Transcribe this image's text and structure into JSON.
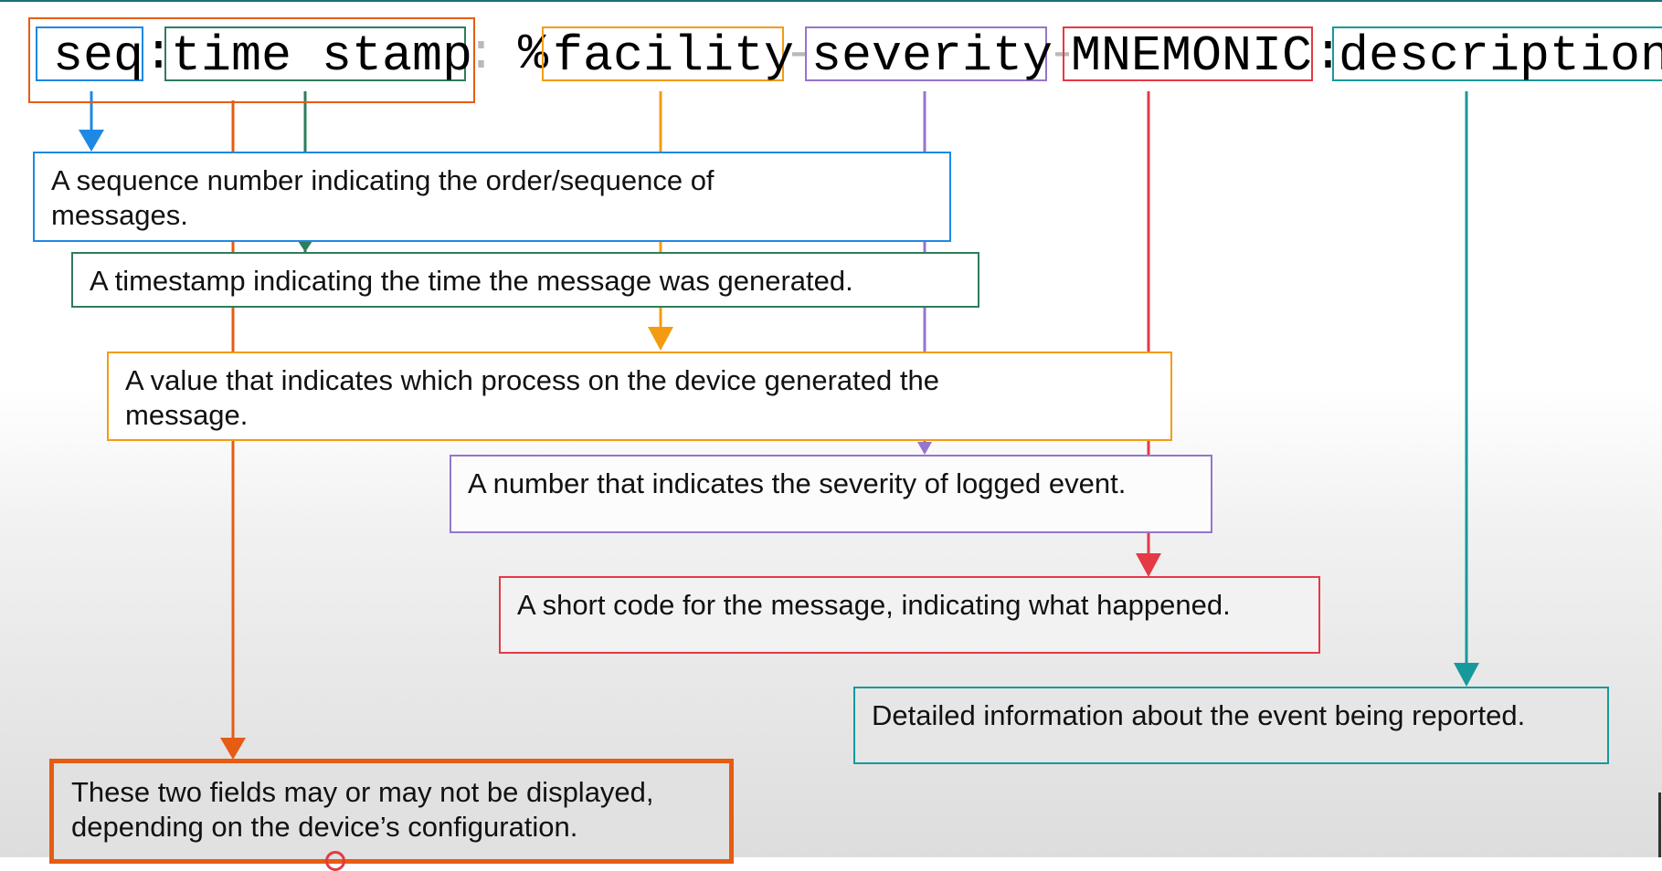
{
  "format_string": {
    "seq": "seq",
    "colon_1": ":",
    "time_stamp": "time stamp",
    "colon_2": ":",
    "percent": "%",
    "facility": "facility",
    "dash_1": "-",
    "severity": "severity",
    "dash_2": "-",
    "mnemonic": "MNEMONIC",
    "colon_3": ":",
    "description": "description"
  },
  "descriptions": {
    "seq": "A sequence number indicating the order/sequence of messages.",
    "timestamp": "A timestamp indicating the time the message was generated.",
    "facility": "A value that indicates which process on the device generated the message.",
    "severity": "A number that indicates the severity of logged event.",
    "mnemonic": "A short code for the message, indicating what happened.",
    "description": "Detailed information about the event being reported.",
    "optional_fields": "These two fields may or may not be displayed, depending on the device’s configuration."
  },
  "colors": {
    "seq": "#1e88e5",
    "timestamp": "#2e7d5b",
    "facility": "#f39c12",
    "severity": "#9575cd",
    "mnemonic": "#e53945",
    "description": "#17999b",
    "optional_group": "#e65c13"
  }
}
